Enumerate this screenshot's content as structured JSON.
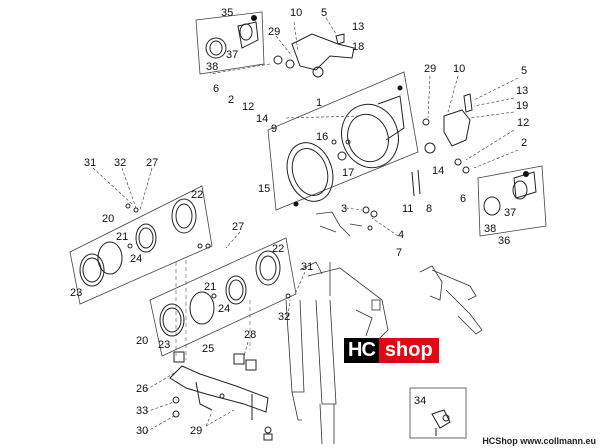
{
  "callouts": {
    "n35": "35",
    "n37a": "37",
    "n38a": "38",
    "n6a": "6",
    "n2a": "2",
    "n10a": "10",
    "n29a": "29",
    "n12a": "12",
    "n14a": "14",
    "n5a": "5",
    "n13a": "13",
    "n18": "18",
    "n1": "1",
    "n9": "9",
    "n29b": "29",
    "n10b": "10",
    "n5b": "5",
    "n13b": "13",
    "n19": "19",
    "n12b": "12",
    "n2b": "2",
    "n14b": "14",
    "n6b": "6",
    "n37b": "37",
    "n38b": "38",
    "n36": "36",
    "n16": "16",
    "n17": "17",
    "n15": "15",
    "n3": "3",
    "n4": "4",
    "n7": "7",
    "n11": "11",
    "n8": "8",
    "n31a": "31",
    "n32a": "32",
    "n27a": "27",
    "n22a": "22",
    "n20a": "20",
    "n21a": "21",
    "n24a": "24",
    "n23a": "23",
    "n27b": "27",
    "n22b": "22",
    "n31b": "31",
    "n32b": "32",
    "n21b": "21",
    "n24b": "24",
    "n20b": "20",
    "n23b": "23",
    "n28": "28",
    "n25": "25",
    "n26": "26",
    "n33": "33",
    "n30": "30",
    "n29c": "29",
    "n34": "34"
  },
  "logo": {
    "hc": "HC",
    "shop": "shop"
  },
  "footer": "HCShop www.collmann.eu"
}
